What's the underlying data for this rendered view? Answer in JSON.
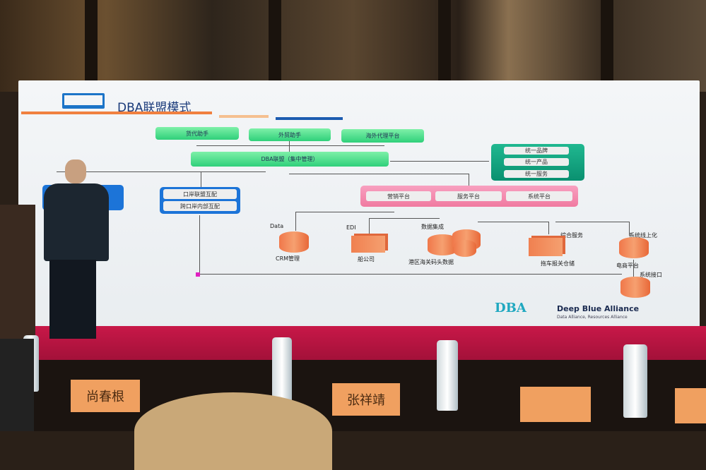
{
  "slide": {
    "title": "DBA联盟模式",
    "top_boxes": [
      "货代助手",
      "外贸助手",
      "海外代理平台"
    ],
    "center_box": "DBA联盟（集中管理）",
    "unify_items": [
      "统一品牌",
      "统一产品",
      "统一服务"
    ],
    "port_items": [
      "口岸联盟互配",
      "跨口岸内部互配"
    ],
    "platform_items": [
      "营销平台",
      "服务平台",
      "系统平台"
    ],
    "flow_labels": {
      "data": "Data",
      "edi": "EDI",
      "integration": "数据集成",
      "service": "综合服务",
      "online": "系统线上化",
      "interface": "系统接口"
    },
    "nodes": [
      "CRM管理",
      "船公司",
      "港区海关码头数据",
      "拖车报关仓储",
      "电商平台"
    ],
    "logo": {
      "mark": "DBA",
      "name": "Deep Blue Alliance",
      "tagline": "Data Alliance, Resources Alliance"
    }
  },
  "name_cards": [
    "尚春根",
    "张祥靖"
  ],
  "colors": {
    "green": "#2fd07a",
    "teal": "#10a080",
    "pink": "#f07aa0",
    "orange": "#f08050",
    "stage": "#c81848"
  }
}
